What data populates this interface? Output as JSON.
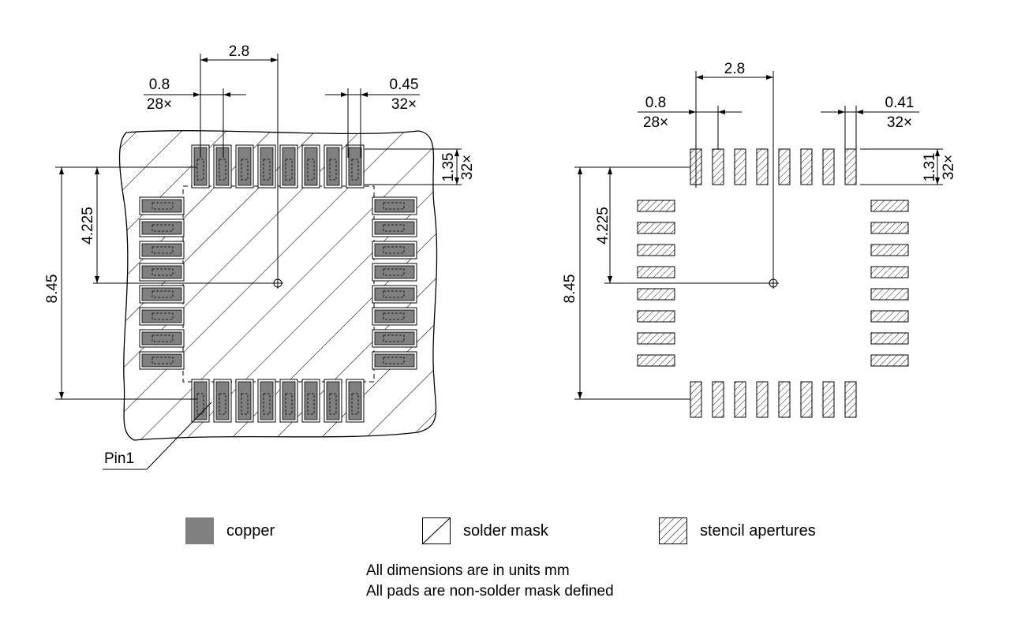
{
  "left_view": {
    "pitch": "2.8",
    "pad_width": "0.8",
    "pad_width_count": "28×",
    "corner_pad_width": "0.45",
    "corner_pad_count": "32×",
    "pad_length": "1.35",
    "pad_length_count": "32×",
    "half_span": "4.225",
    "span": "8.45",
    "pin1_label": "Pin1"
  },
  "right_view": {
    "pitch": "2.8",
    "aperture_width": "0.8",
    "aperture_width_count": "28×",
    "corner_aperture_width": "0.41",
    "corner_aperture_count": "32×",
    "aperture_length": "1.31",
    "aperture_length_count": "32×",
    "half_span": "4.225",
    "span": "8.45"
  },
  "legend": [
    {
      "label": "copper",
      "icon": "solid-fill",
      "color": "#808080"
    },
    {
      "label": "solder mask",
      "icon": "single-hatch"
    },
    {
      "label": "stencil apertures",
      "icon": "cross-hatch"
    }
  ],
  "notes": [
    "All dimensions are in units mm",
    "All pads are non-solder mask defined"
  ],
  "colors": {
    "copper": "#808080",
    "line": "#000000"
  }
}
